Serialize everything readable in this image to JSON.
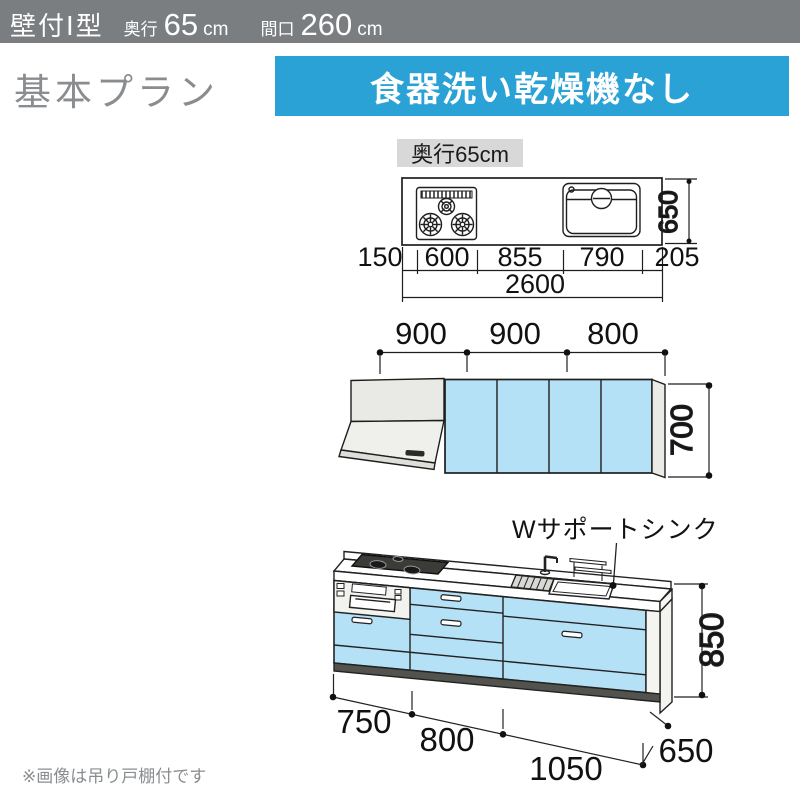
{
  "header": {
    "type": "壁付Ⅰ型",
    "depth_label": "奥行",
    "depth_value": "65",
    "depth_unit": "cm",
    "width_label": "間口",
    "width_value": "260",
    "width_unit": "cm"
  },
  "plan": {
    "title": "基本プラン",
    "badge": "食器洗い乾燥機なし"
  },
  "top_view": {
    "tag": "奥行65cm",
    "dim_left": "150",
    "dim_stove": "600",
    "dim_mid": "855",
    "dim_sink": "790",
    "dim_right": "205",
    "dim_total": "2600",
    "dim_depth": "650"
  },
  "wall_view": {
    "dim1": "900",
    "dim2": "900",
    "dim3": "800",
    "dim_height": "700"
  },
  "front_view": {
    "sink_label": "Wサポートシンク",
    "dim1": "750",
    "dim2": "800",
    "dim3": "1050",
    "dim_height": "850",
    "dim_depth": "650"
  },
  "footnote": "※画像は吊り戸棚付です",
  "colors": {
    "accent": "#2aa2d6",
    "cabinet_blue": "#b5e1f6",
    "header_gray": "#7b7e81"
  }
}
